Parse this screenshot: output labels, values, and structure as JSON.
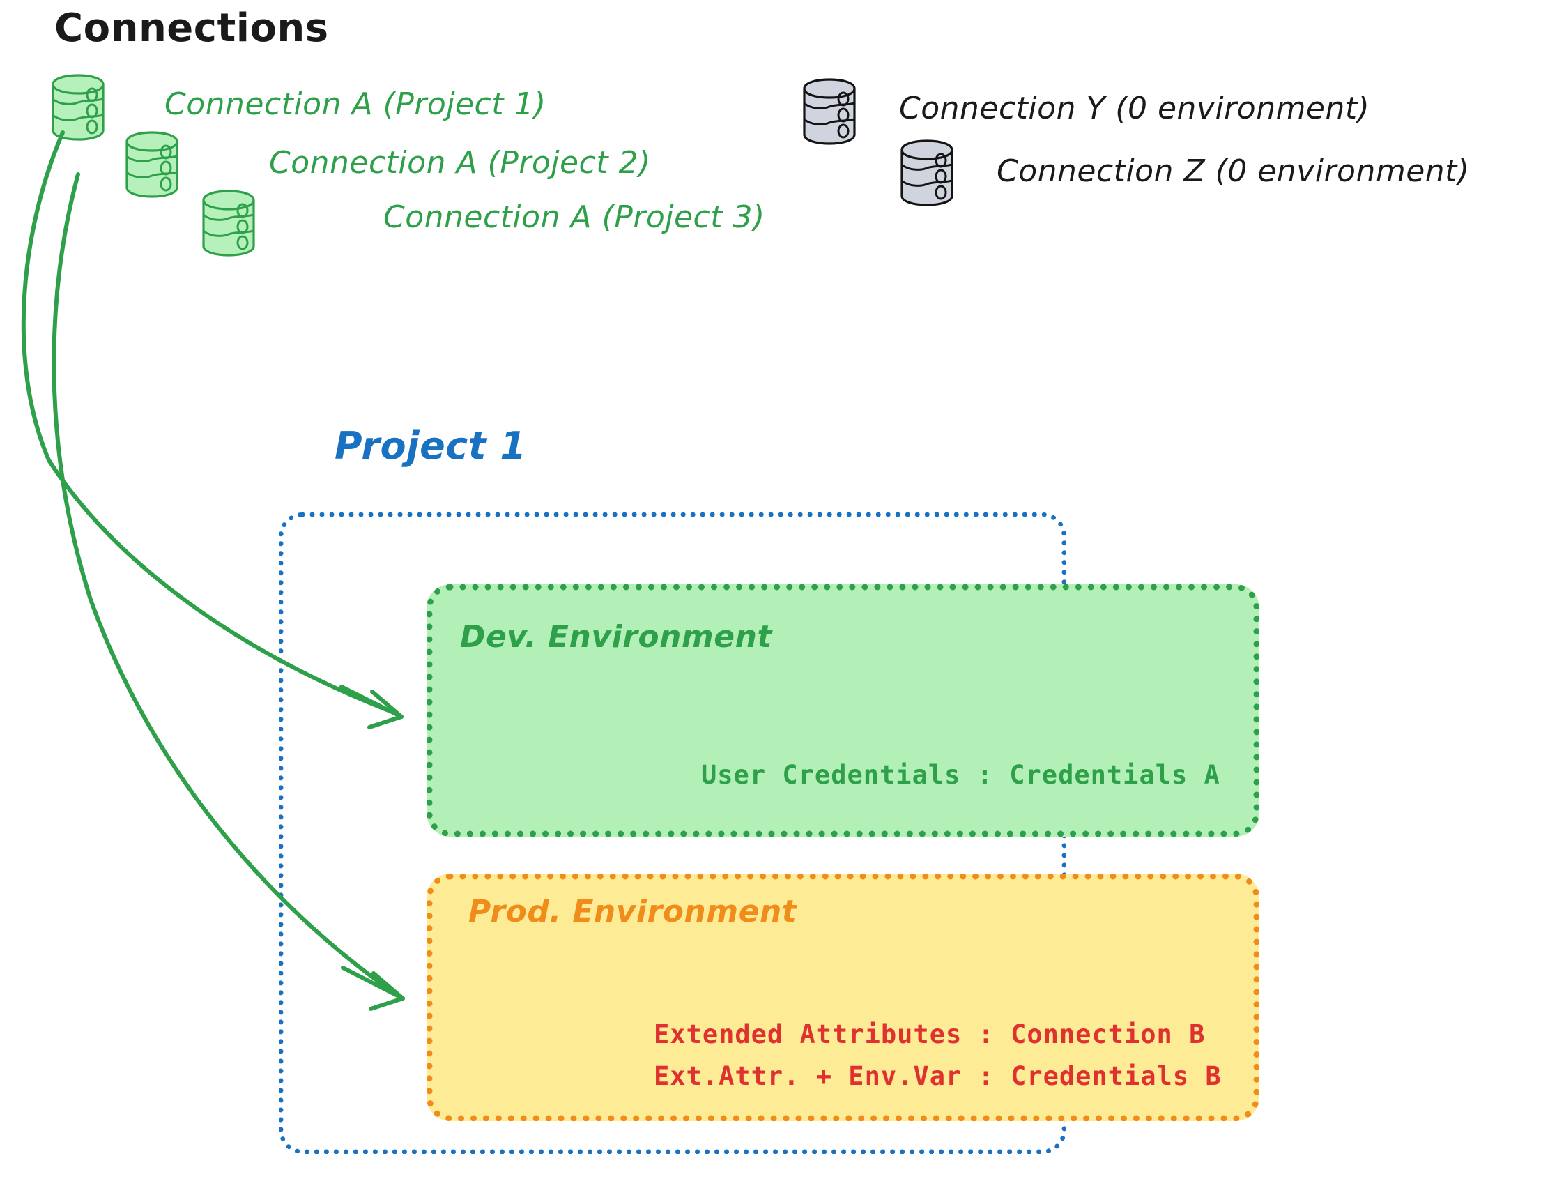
{
  "header": {
    "title": "Connections"
  },
  "connections": {
    "green": [
      {
        "label": "Connection A (Project 1)",
        "icon": "database-icon",
        "color": "#2fa04a"
      },
      {
        "label": "Connection A (Project 2)",
        "icon": "database-icon",
        "color": "#2fa04a"
      },
      {
        "label": "Connection A (Project 3)",
        "icon": "database-icon",
        "color": "#2fa04a"
      }
    ],
    "gray": [
      {
        "label": "Connection Y (0 environment)",
        "icon": "database-icon",
        "color": "#1a1a1a"
      },
      {
        "label": "Connection Z (0 environment)",
        "icon": "database-icon",
        "color": "#1a1a1a"
      }
    ]
  },
  "project": {
    "title": "Project 1",
    "accent": "#1971c2",
    "environments": [
      {
        "name": "Dev. Environment",
        "accent": "#2fa04a",
        "fill": "#b2f0b8",
        "lines": [
          "User Credentials : Credentials A"
        ]
      },
      {
        "name": "Prod. Environment",
        "accent": "#f08c1a",
        "fill": "#fdeb95",
        "lines": [
          "Extended Attributes : Connection B",
          "Ext.Attr. + Env.Var : Credentials B"
        ]
      }
    ]
  },
  "arrows": [
    {
      "from": "connection-a-project-1",
      "to": "dev-environment",
      "color": "#2fa04a"
    },
    {
      "from": "connection-a-project-1",
      "to": "prod-environment",
      "color": "#2fa04a"
    }
  ]
}
